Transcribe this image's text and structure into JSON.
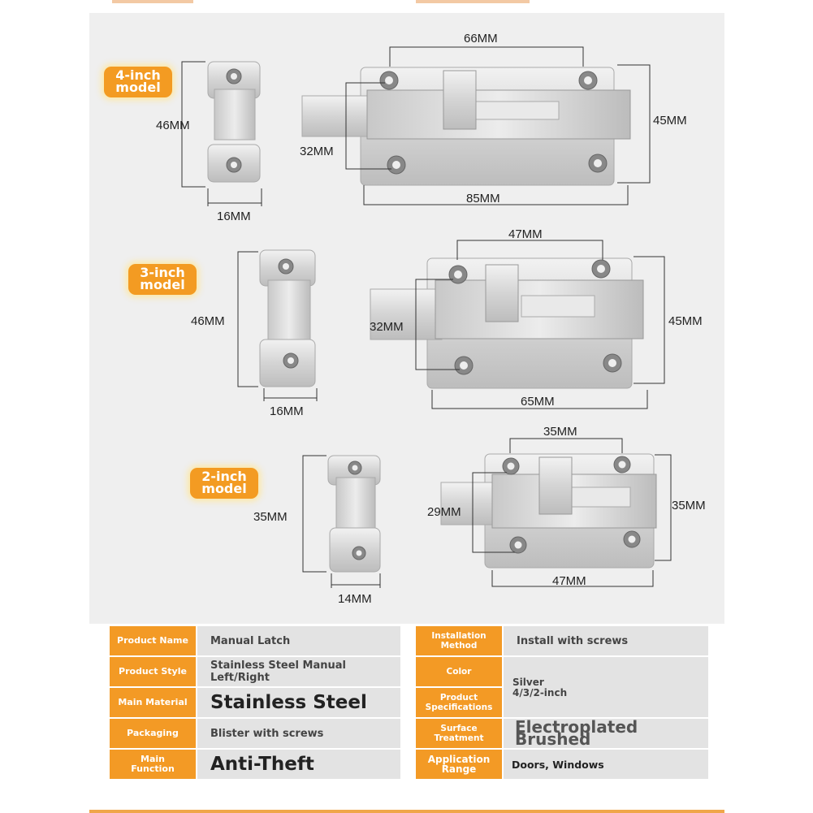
{
  "badges": [
    {
      "line1": "4-inch",
      "line2": "model"
    },
    {
      "line1": "3-inch",
      "line2": "model"
    },
    {
      "line1": "2-inch",
      "line2": "model"
    }
  ],
  "dimensions": {
    "m4": {
      "keeper_height": "46MM",
      "keeper_width": "16MM",
      "hole_spacing": "66MM",
      "bolt_height": "32MM",
      "base_height": "45MM",
      "base_length": "85MM"
    },
    "m3": {
      "keeper_height": "46MM",
      "keeper_width": "16MM",
      "hole_spacing": "47MM",
      "bolt_height": "32MM",
      "base_height": "45MM",
      "base_length": "65MM"
    },
    "m2": {
      "keeper_height": "35MM",
      "keeper_width": "14MM",
      "hole_spacing": "35MM",
      "bolt_height": "29MM",
      "base_height": "35MM",
      "base_length": "47MM"
    }
  },
  "specs_left": [
    {
      "label": "Product Name",
      "value": "Manual Latch"
    },
    {
      "label": "Product Style",
      "value": "Stainless Steel Manual Left/Right"
    },
    {
      "label": "Main Material",
      "value": "Stainless Steel"
    },
    {
      "label": "Packaging",
      "value": "Blister with screws"
    },
    {
      "label": "Main Function",
      "value": "Anti-Theft"
    }
  ],
  "specs_right": [
    {
      "label": "Installation Method",
      "value": "Install with screws"
    },
    {
      "label": "Color",
      "value": "Silver"
    },
    {
      "label": "Product Specifications",
      "value": "4/3/2-inch"
    },
    {
      "label": "Surface Treatment",
      "value": "Electroplated Brushed"
    },
    {
      "label": "Application Range",
      "value": "Doors, Windows"
    }
  ],
  "colors": {
    "accent": "#f39b22",
    "panel": "#efefef",
    "metal": "#d9d9d9"
  }
}
